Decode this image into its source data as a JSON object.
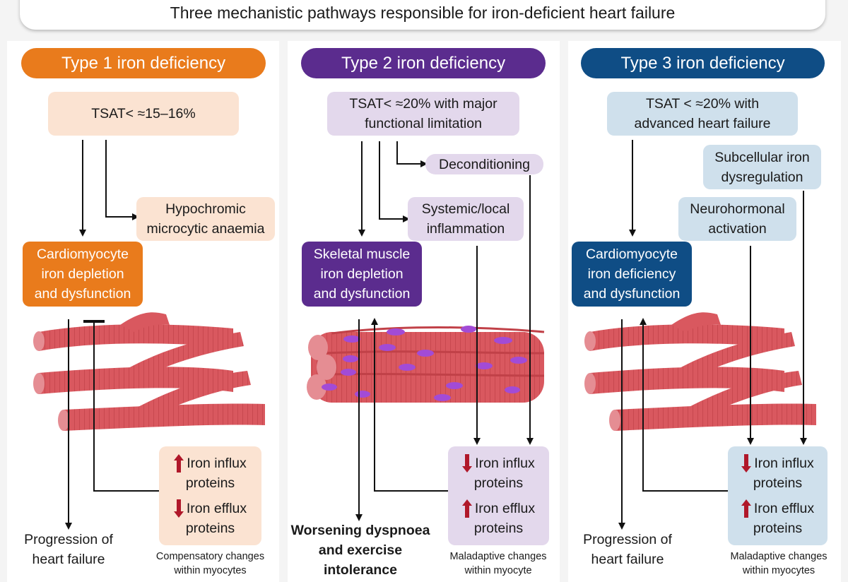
{
  "title": "Three mechanistic pathways responsible for iron-deficient heart failure",
  "colors": {
    "type1": "#e97b1c",
    "type1_light": "#fbe3d2",
    "type2": "#5b2c8e",
    "type2_light": "#e3d8ec",
    "type3": "#0f4d85",
    "type3_light": "#cfe0ec",
    "muscle": "#d9585f",
    "up_down_arrow": "#b0182a"
  },
  "type1": {
    "header": "Type 1 iron deficiency",
    "tsat": "TSAT< ≈15–16%",
    "anaemia": [
      "Hypochromic",
      "microcytic anaemia"
    ],
    "cardio": [
      "Cardiomyocyte",
      "iron depletion",
      "and dysfunction"
    ],
    "influx": [
      "Iron influx",
      "proteins"
    ],
    "efflux": [
      "Iron efflux",
      "proteins"
    ],
    "influx_dir": "up",
    "efflux_dir": "down",
    "outcome": [
      "Progression of",
      "heart failure"
    ],
    "caption": [
      "Compensatory changes",
      "within myocytes"
    ]
  },
  "type2": {
    "header": "Type 2 iron deficiency",
    "tsat": [
      "TSAT< ≈20% with major",
      "functional limitation"
    ],
    "deconditioning": "Deconditioning",
    "inflammation": [
      "Systemic/local",
      "inflammation"
    ],
    "skeletal": [
      "Skeletal muscle",
      "iron depletion",
      "and dysfunction"
    ],
    "influx": [
      "Iron influx",
      "proteins"
    ],
    "efflux": [
      "Iron efflux",
      "proteins"
    ],
    "influx_dir": "down",
    "efflux_dir": "up",
    "outcome": [
      "Worsening dyspnoea",
      "and exercise",
      "intolerance"
    ],
    "caption": [
      "Maladaptive changes",
      "within myocyte"
    ]
  },
  "type3": {
    "header": "Type 3 iron deficiency",
    "tsat": [
      "TSAT < ≈20% with",
      "advanced heart failure"
    ],
    "subcellular": [
      "Subcellular iron",
      "dysregulation"
    ],
    "neuro": [
      "Neurohormonal",
      "activation"
    ],
    "cardio": [
      "Cardiomyocyte",
      "iron deficiency",
      "and dysfunction"
    ],
    "influx": [
      "Iron influx",
      "proteins"
    ],
    "efflux": [
      "Iron efflux",
      "proteins"
    ],
    "influx_dir": "down",
    "efflux_dir": "up",
    "outcome": [
      "Progression of",
      "heart failure"
    ],
    "caption": [
      "Maladaptive changes",
      "within myocytes"
    ]
  }
}
